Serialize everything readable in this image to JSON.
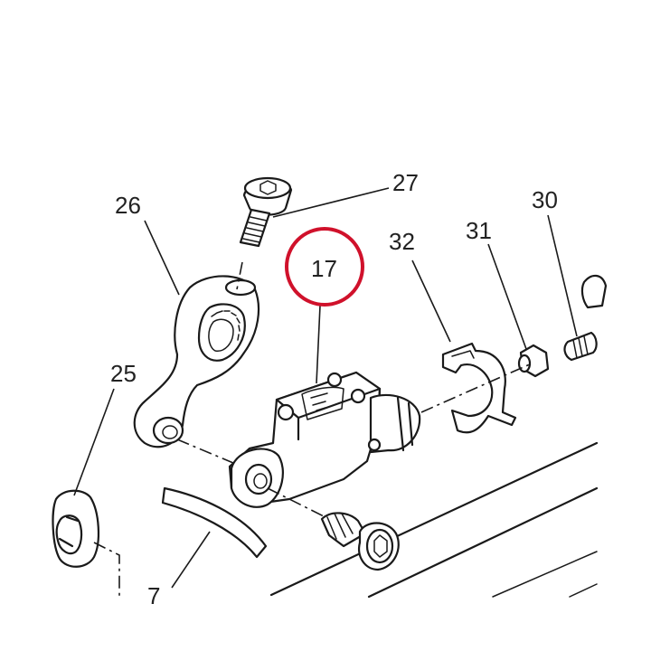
{
  "callouts": {
    "c7": "7",
    "c17": "17",
    "c25": "25",
    "c26": "26",
    "c27": "27",
    "c30": "30",
    "c31": "31",
    "c32": "32"
  },
  "highlight": {
    "target": "17",
    "ring_color": "#d0112b"
  },
  "colors": {
    "line": "#1a1a1a",
    "text": "#222222",
    "background": "#ffffff"
  }
}
